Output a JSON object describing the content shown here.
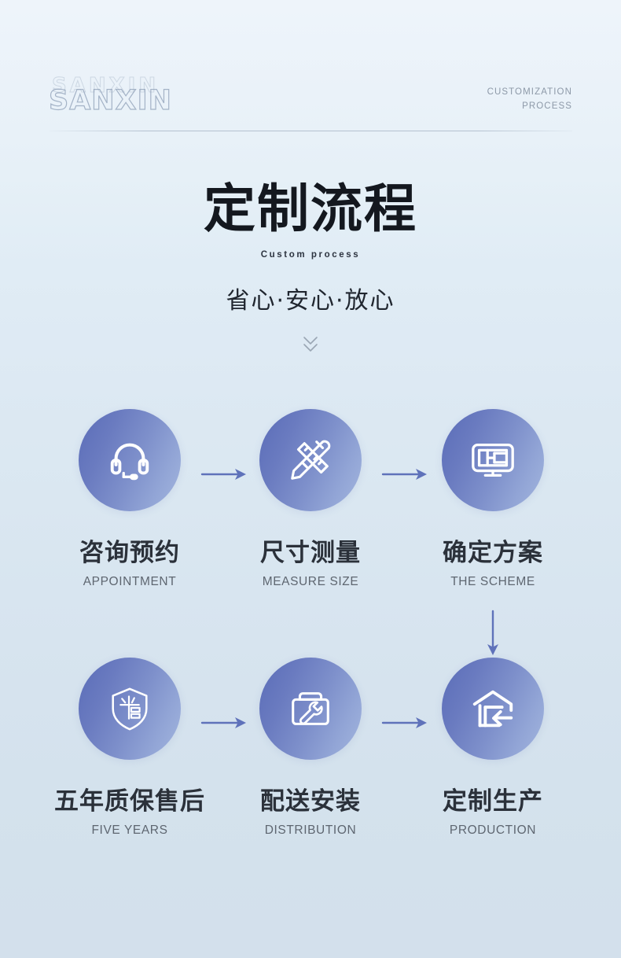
{
  "header": {
    "logo_ghost": "SANXIN",
    "logo_main": "SANXIN",
    "right_line1": "CUSTOMIZATION",
    "right_line2": "PROCESS"
  },
  "title": {
    "main": "定制流程",
    "sub_en": "Custom process",
    "slogan": "省心·安心·放心"
  },
  "process": {
    "steps": [
      {
        "icon": "headset-icon",
        "cn": "咨询预约",
        "en": "APPOINTMENT"
      },
      {
        "icon": "ruler-pencil-icon",
        "cn": "尺寸测量",
        "en": "MEASURE SIZE"
      },
      {
        "icon": "monitor-floorplan-icon",
        "cn": "确定方案",
        "en": "THE SCHEME"
      },
      {
        "icon": "shield-service-icon",
        "cn": "五年质保售后",
        "en": "FIVE YEARS"
      },
      {
        "icon": "toolbox-wrench-icon",
        "cn": "配送安装",
        "en": "DISTRIBUTION"
      },
      {
        "icon": "warehouse-arrow-icon",
        "cn": "定制生产",
        "en": "PRODUCTION"
      }
    ],
    "connector_right_icon": "arrow-right-icon",
    "connector_down_icon": "arrow-down-icon",
    "scroll_hint_icon": "chevron-double-down-icon"
  },
  "colors": {
    "accent": "#5a6cb8",
    "circle_gradient_start": "#5a6cb8",
    "circle_gradient_end": "#a6b8e0",
    "bg_top": "#eef4fa",
    "bg_bottom": "#d3e0ec",
    "title_text": "#14181f",
    "en_text": "#5e6670",
    "header_text": "#8d99a8"
  }
}
